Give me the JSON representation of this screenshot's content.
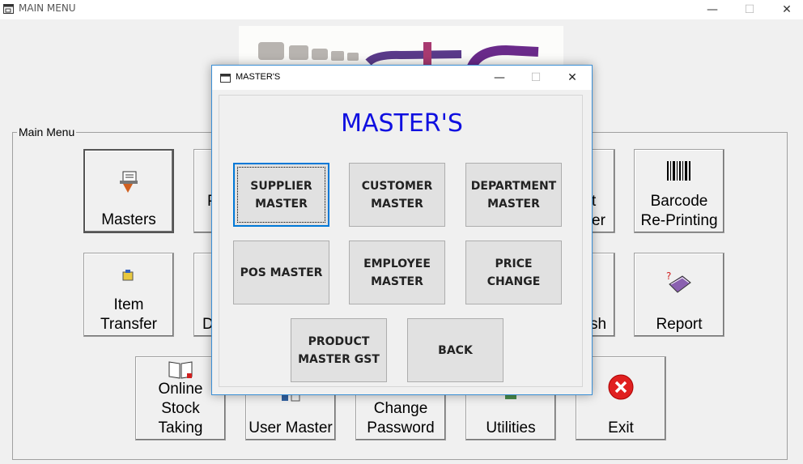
{
  "window": {
    "title": "MAIN MENU",
    "minimize": "—",
    "maximize": "☐",
    "close": "✕"
  },
  "main_menu": {
    "group_label": "Main Menu",
    "buttons": [
      {
        "label": "Masters",
        "icon": "masters-icon"
      },
      {
        "label": "P",
        "icon": ""
      },
      {
        "label": "t\ner",
        "icon": ""
      },
      {
        "label": "Barcode\nRe-Printing",
        "icon": "barcode-icon"
      },
      {
        "label": "Item\nTransfer",
        "icon": "item-transfer-icon"
      },
      {
        "label": "D",
        "icon": ""
      },
      {
        "label": "sh",
        "icon": ""
      },
      {
        "label": "Report",
        "icon": "report-icon"
      },
      {
        "label": "Online\nStock\nTaking",
        "icon": "book-icon"
      },
      {
        "label": "User Master",
        "icon": "user-master-icon"
      },
      {
        "label": "Change\nPassword",
        "icon": ""
      },
      {
        "label": "Utilities",
        "icon": "utilities-icon"
      },
      {
        "label": "Exit",
        "icon": "exit-icon"
      }
    ]
  },
  "dialog": {
    "title": "MASTER'S",
    "heading": "MASTER'S",
    "buttons": [
      {
        "label": "SUPPLIER\nMASTER"
      },
      {
        "label": "CUSTOMER\nMASTER"
      },
      {
        "label": "DEPARTMENT\nMASTER"
      },
      {
        "label": "POS MASTER"
      },
      {
        "label": "EMPLOYEE\nMASTER"
      },
      {
        "label": "PRICE\nCHANGE"
      },
      {
        "label": "PRODUCT\nMASTER GST"
      },
      {
        "label": "BACK"
      }
    ]
  },
  "colors": {
    "heading": "#1010e0",
    "dialog_border": "#3a8fd6",
    "exit_red": "#e02020"
  }
}
